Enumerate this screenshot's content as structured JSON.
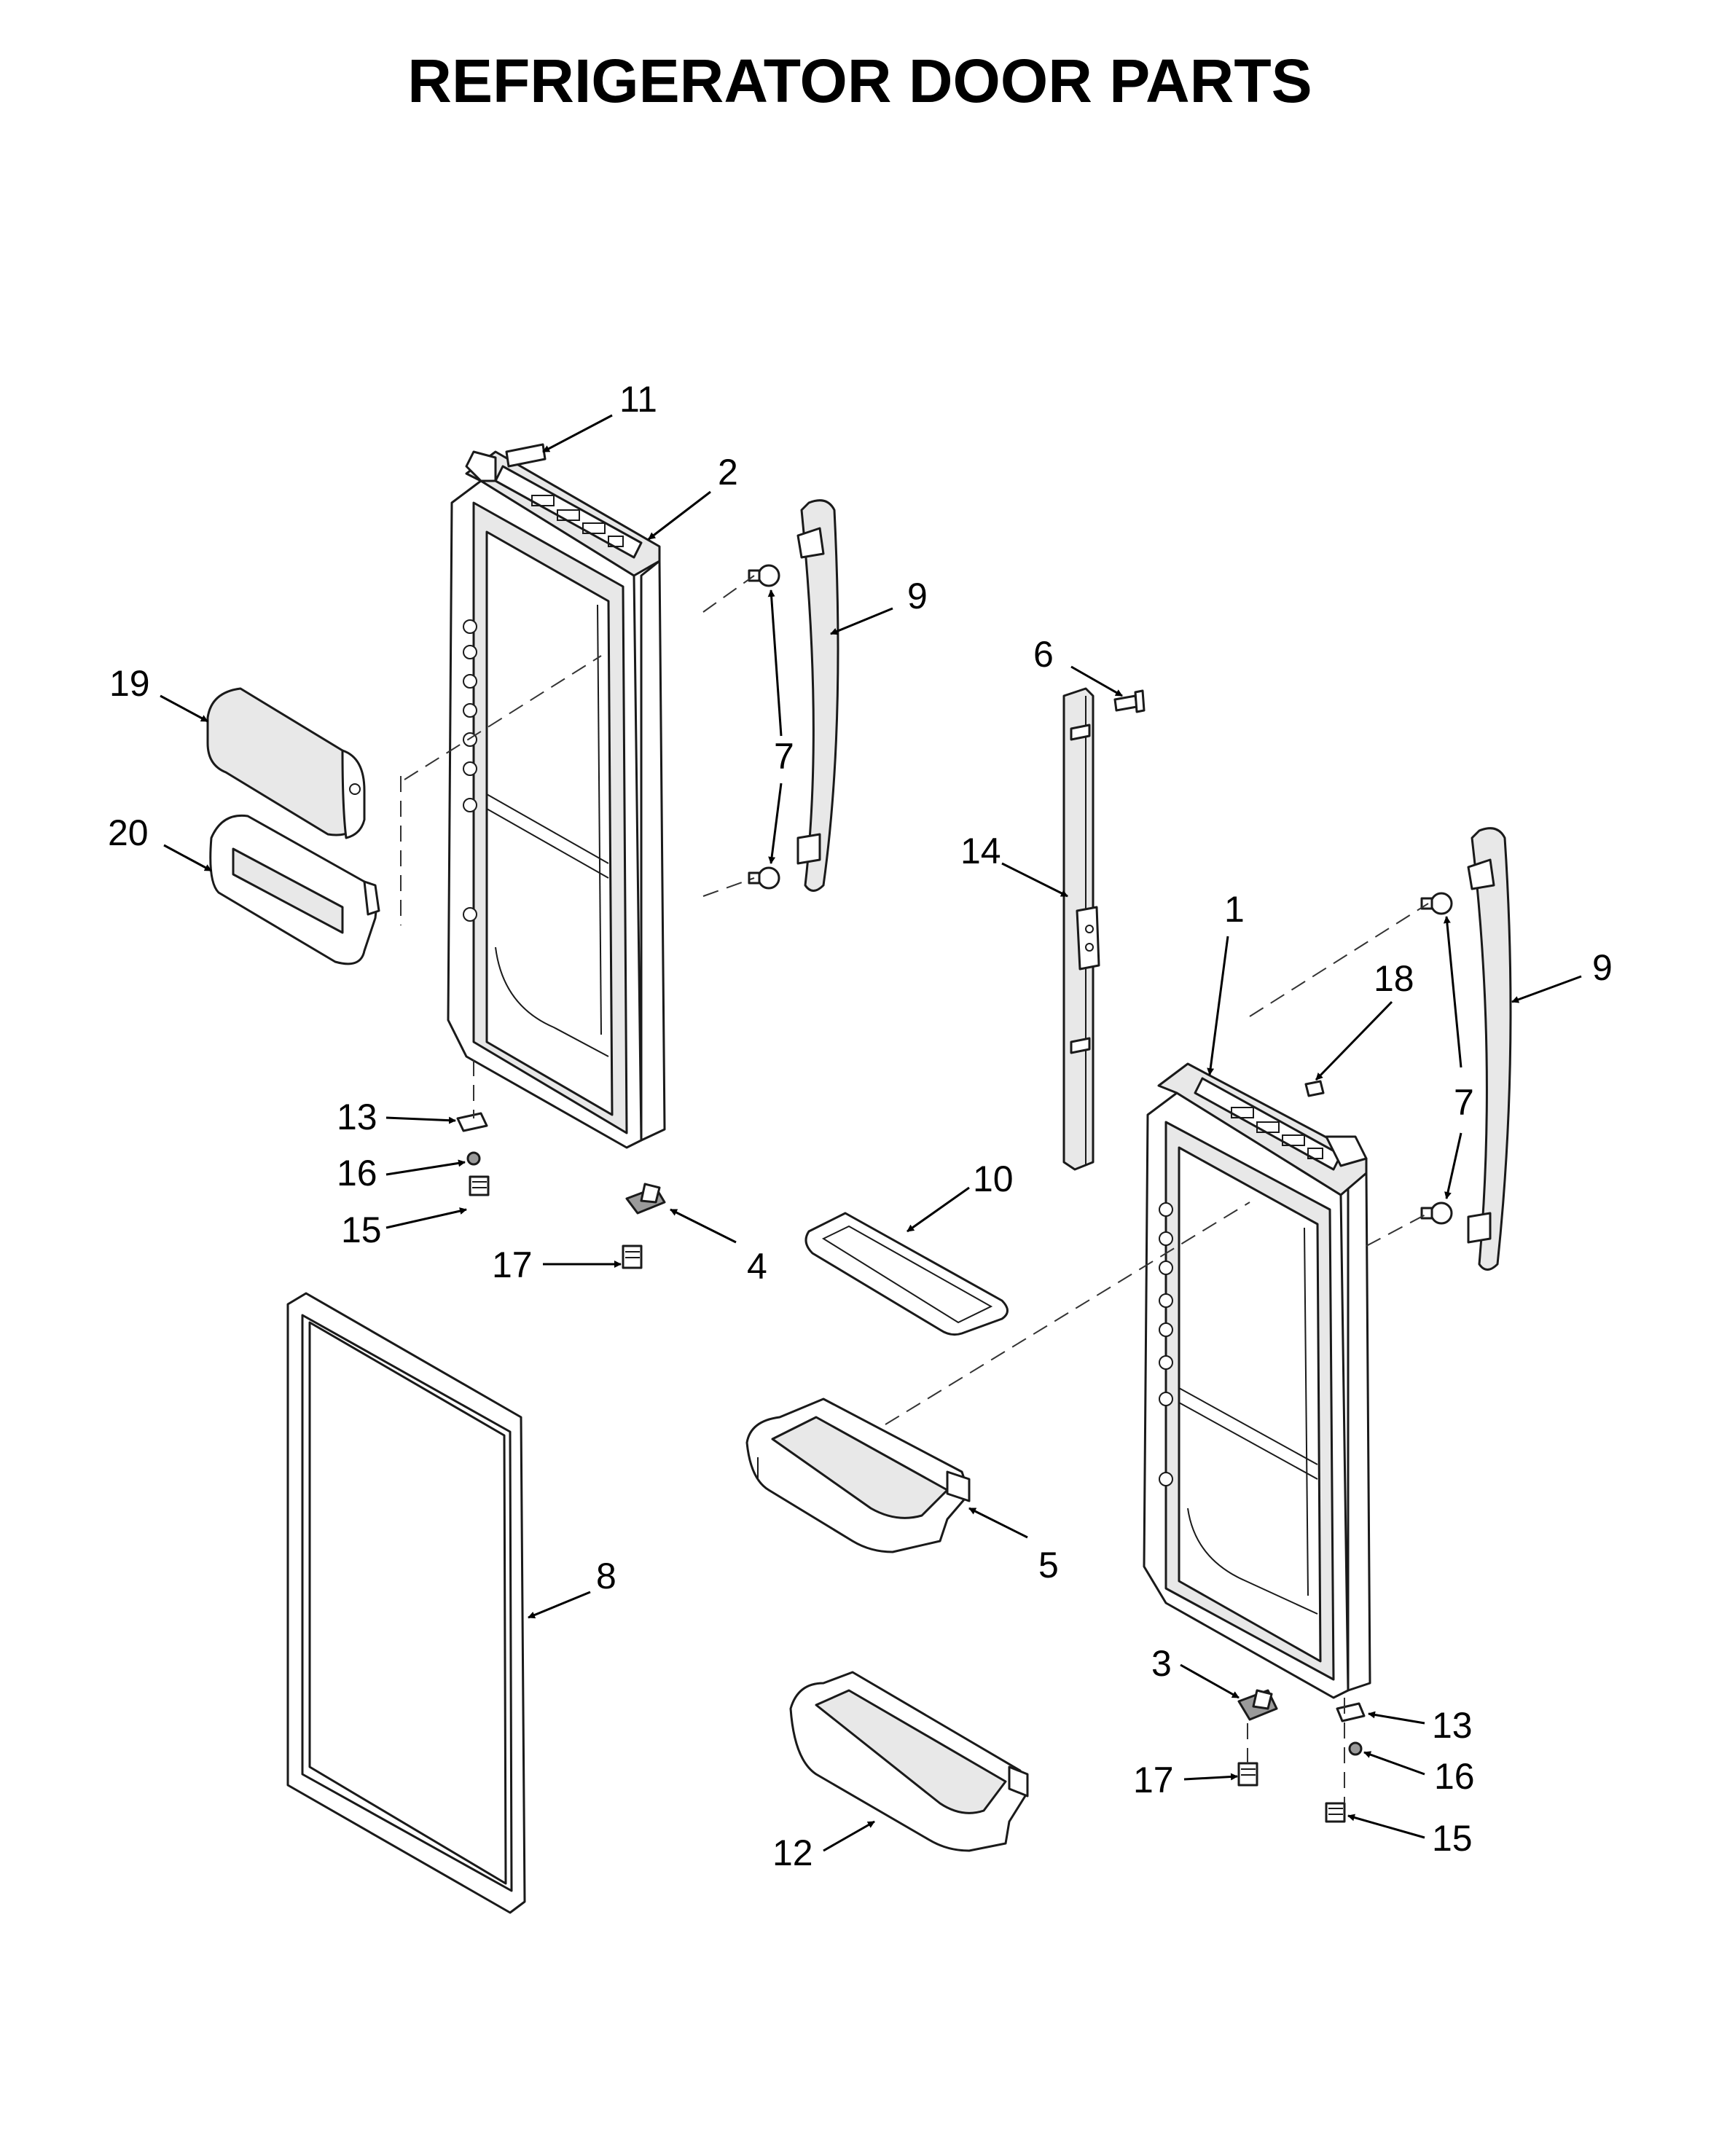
{
  "title": "REFRIGERATOR DOOR PARTS",
  "callouts": [
    {
      "id": "c11a",
      "label": "11"
    },
    {
      "id": "c2",
      "label": "2"
    },
    {
      "id": "c9a",
      "label": "9"
    },
    {
      "id": "c7a",
      "label": "7"
    },
    {
      "id": "c19",
      "label": "19"
    },
    {
      "id": "c20",
      "label": "20"
    },
    {
      "id": "c6",
      "label": "6"
    },
    {
      "id": "c14",
      "label": "14"
    },
    {
      "id": "c1",
      "label": "1"
    },
    {
      "id": "c18",
      "label": "18"
    },
    {
      "id": "c9b",
      "label": "9"
    },
    {
      "id": "c7b",
      "label": "7"
    },
    {
      "id": "c13a",
      "label": "13"
    },
    {
      "id": "c16a",
      "label": "16"
    },
    {
      "id": "c15a",
      "label": "15"
    },
    {
      "id": "c17a",
      "label": "17"
    },
    {
      "id": "c4",
      "label": "4"
    },
    {
      "id": "c10",
      "label": "10"
    },
    {
      "id": "c8",
      "label": "8"
    },
    {
      "id": "c5",
      "label": "5"
    },
    {
      "id": "c3",
      "label": "3"
    },
    {
      "id": "c13b",
      "label": "13"
    },
    {
      "id": "c17b",
      "label": "17"
    },
    {
      "id": "c16b",
      "label": "16"
    },
    {
      "id": "c15b",
      "label": "15"
    },
    {
      "id": "c12",
      "label": "12"
    }
  ]
}
